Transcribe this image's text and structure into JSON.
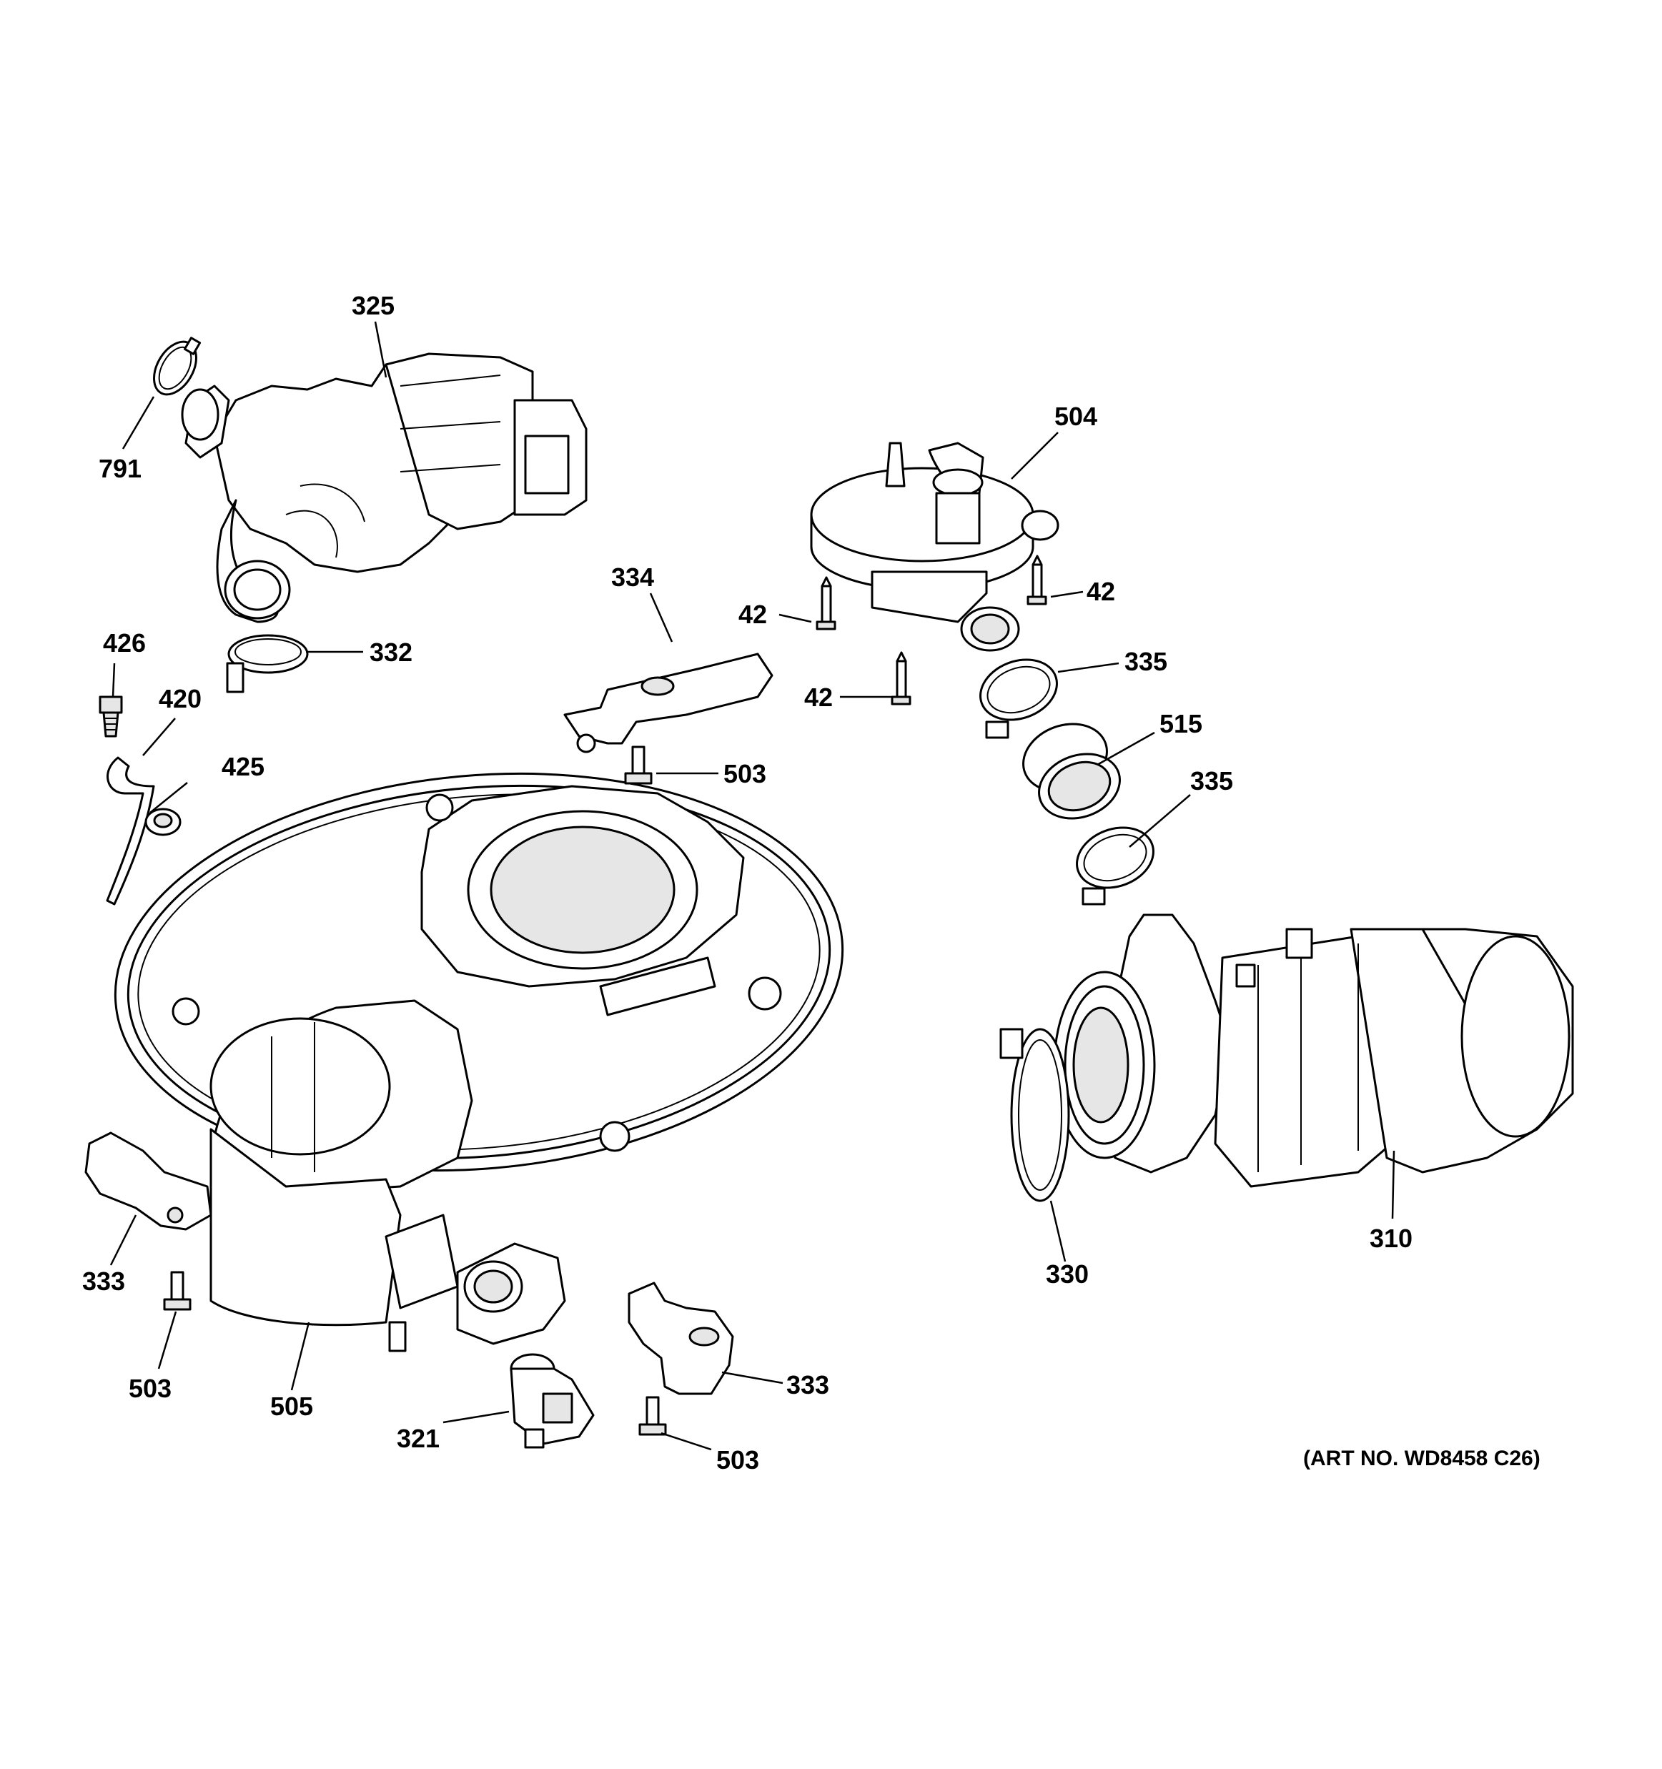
{
  "diagram": {
    "art_number": "(ART NO. WD8458 C26)",
    "callouts": {
      "c325": "325",
      "c791": "791",
      "c332": "332",
      "c426": "426",
      "c420": "420",
      "c425": "425",
      "c504": "504",
      "c334": "334",
      "c42a": "42",
      "c42b": "42",
      "c42c": "42",
      "c335a": "335",
      "c515": "515",
      "c335b": "335",
      "c503a": "503",
      "c310": "310",
      "c330": "330",
      "c333a": "333",
      "c503b": "503",
      "c505": "505",
      "c321": "321",
      "c333b": "333",
      "c503c": "503"
    }
  }
}
